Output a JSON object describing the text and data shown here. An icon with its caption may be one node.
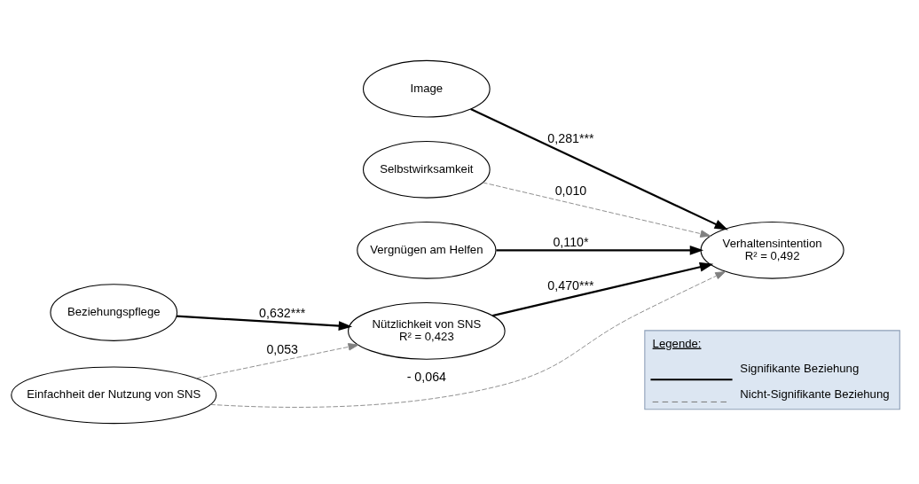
{
  "diagram": {
    "nodes": [
      {
        "text": [
          "Image"
        ]
      },
      {
        "text": [
          "Selbstwirksamkeit"
        ]
      },
      {
        "text": [
          "Vergnügen am Helfen"
        ]
      },
      {
        "text": [
          "Beziehungspflege"
        ]
      },
      {
        "text": [
          "Nützlichkeit von SNS",
          "R² = 0,423"
        ]
      },
      {
        "text": [
          "Einfachheit der Nutzung von SNS"
        ]
      },
      {
        "text": [
          "Verhaltensintention",
          "R² = 0,492"
        ]
      }
    ],
    "edges": [
      {
        "from": 0,
        "to": 6,
        "arrow": "to",
        "label": "0,281***"
      },
      {
        "from": 1,
        "to": 6,
        "arrow": "to",
        "label": "0,010",
        "style": "dashed",
        "color": "#808080"
      },
      {
        "from": 2,
        "to": 6,
        "arrow": "to",
        "label": "0,110*"
      },
      {
        "from": 4,
        "to": 6,
        "arrow": "to",
        "label": "0,470***"
      },
      {
        "from": 3,
        "to": 4,
        "arrow": "to",
        "label": "0,632***"
      },
      {
        "from": 5,
        "to": 4,
        "arrow": "to",
        "label": "0,053",
        "style": "dashed",
        "color": "#808080"
      },
      {
        "from": 5,
        "to": 6,
        "arrow": "to",
        "label": "- 0,064",
        "style": "dashed",
        "color": "#808080"
      }
    ],
    "labels": [
      "Legende:"
    ],
    "legend": [
      {
        "text": "Signifikante Beziehung"
      },
      {
        "text": "Nicht-Signifikante Beziehung"
      }
    ]
  }
}
